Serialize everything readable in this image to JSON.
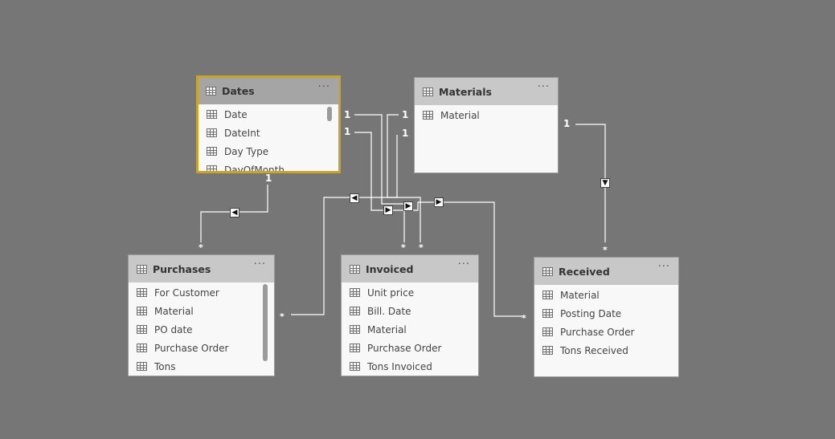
{
  "tables": {
    "dates": {
      "title": "Dates",
      "more": "···",
      "fields": [
        "Date",
        "DateInt",
        "Day Type",
        "DayOfMonth"
      ]
    },
    "materials": {
      "title": "Materials",
      "more": "···",
      "fields": [
        "Material"
      ]
    },
    "purchases": {
      "title": "Purchases",
      "more": "···",
      "fields": [
        "For Customer",
        "Material",
        "PO date",
        "Purchase Order",
        "Tons"
      ]
    },
    "invoiced": {
      "title": "Invoiced",
      "more": "···",
      "fields": [
        "Unit price",
        "Bill. Date",
        "Material",
        "Purchase Order",
        "Tons Invoiced"
      ]
    },
    "received": {
      "title": "Received",
      "more": "···",
      "fields": [
        "Material",
        "Posting Date",
        "Purchase Order",
        "Tons Received"
      ]
    }
  },
  "cardinality": {
    "one": "1",
    "many": "*"
  },
  "arrows": {
    "left": "◀",
    "right": "▶",
    "down": "▼"
  },
  "icons": {
    "table": "table-icon",
    "column": "column-icon"
  },
  "colors": {
    "canvas": "#767676",
    "selected_border": "#c8a42a",
    "line": "#ffffff"
  }
}
